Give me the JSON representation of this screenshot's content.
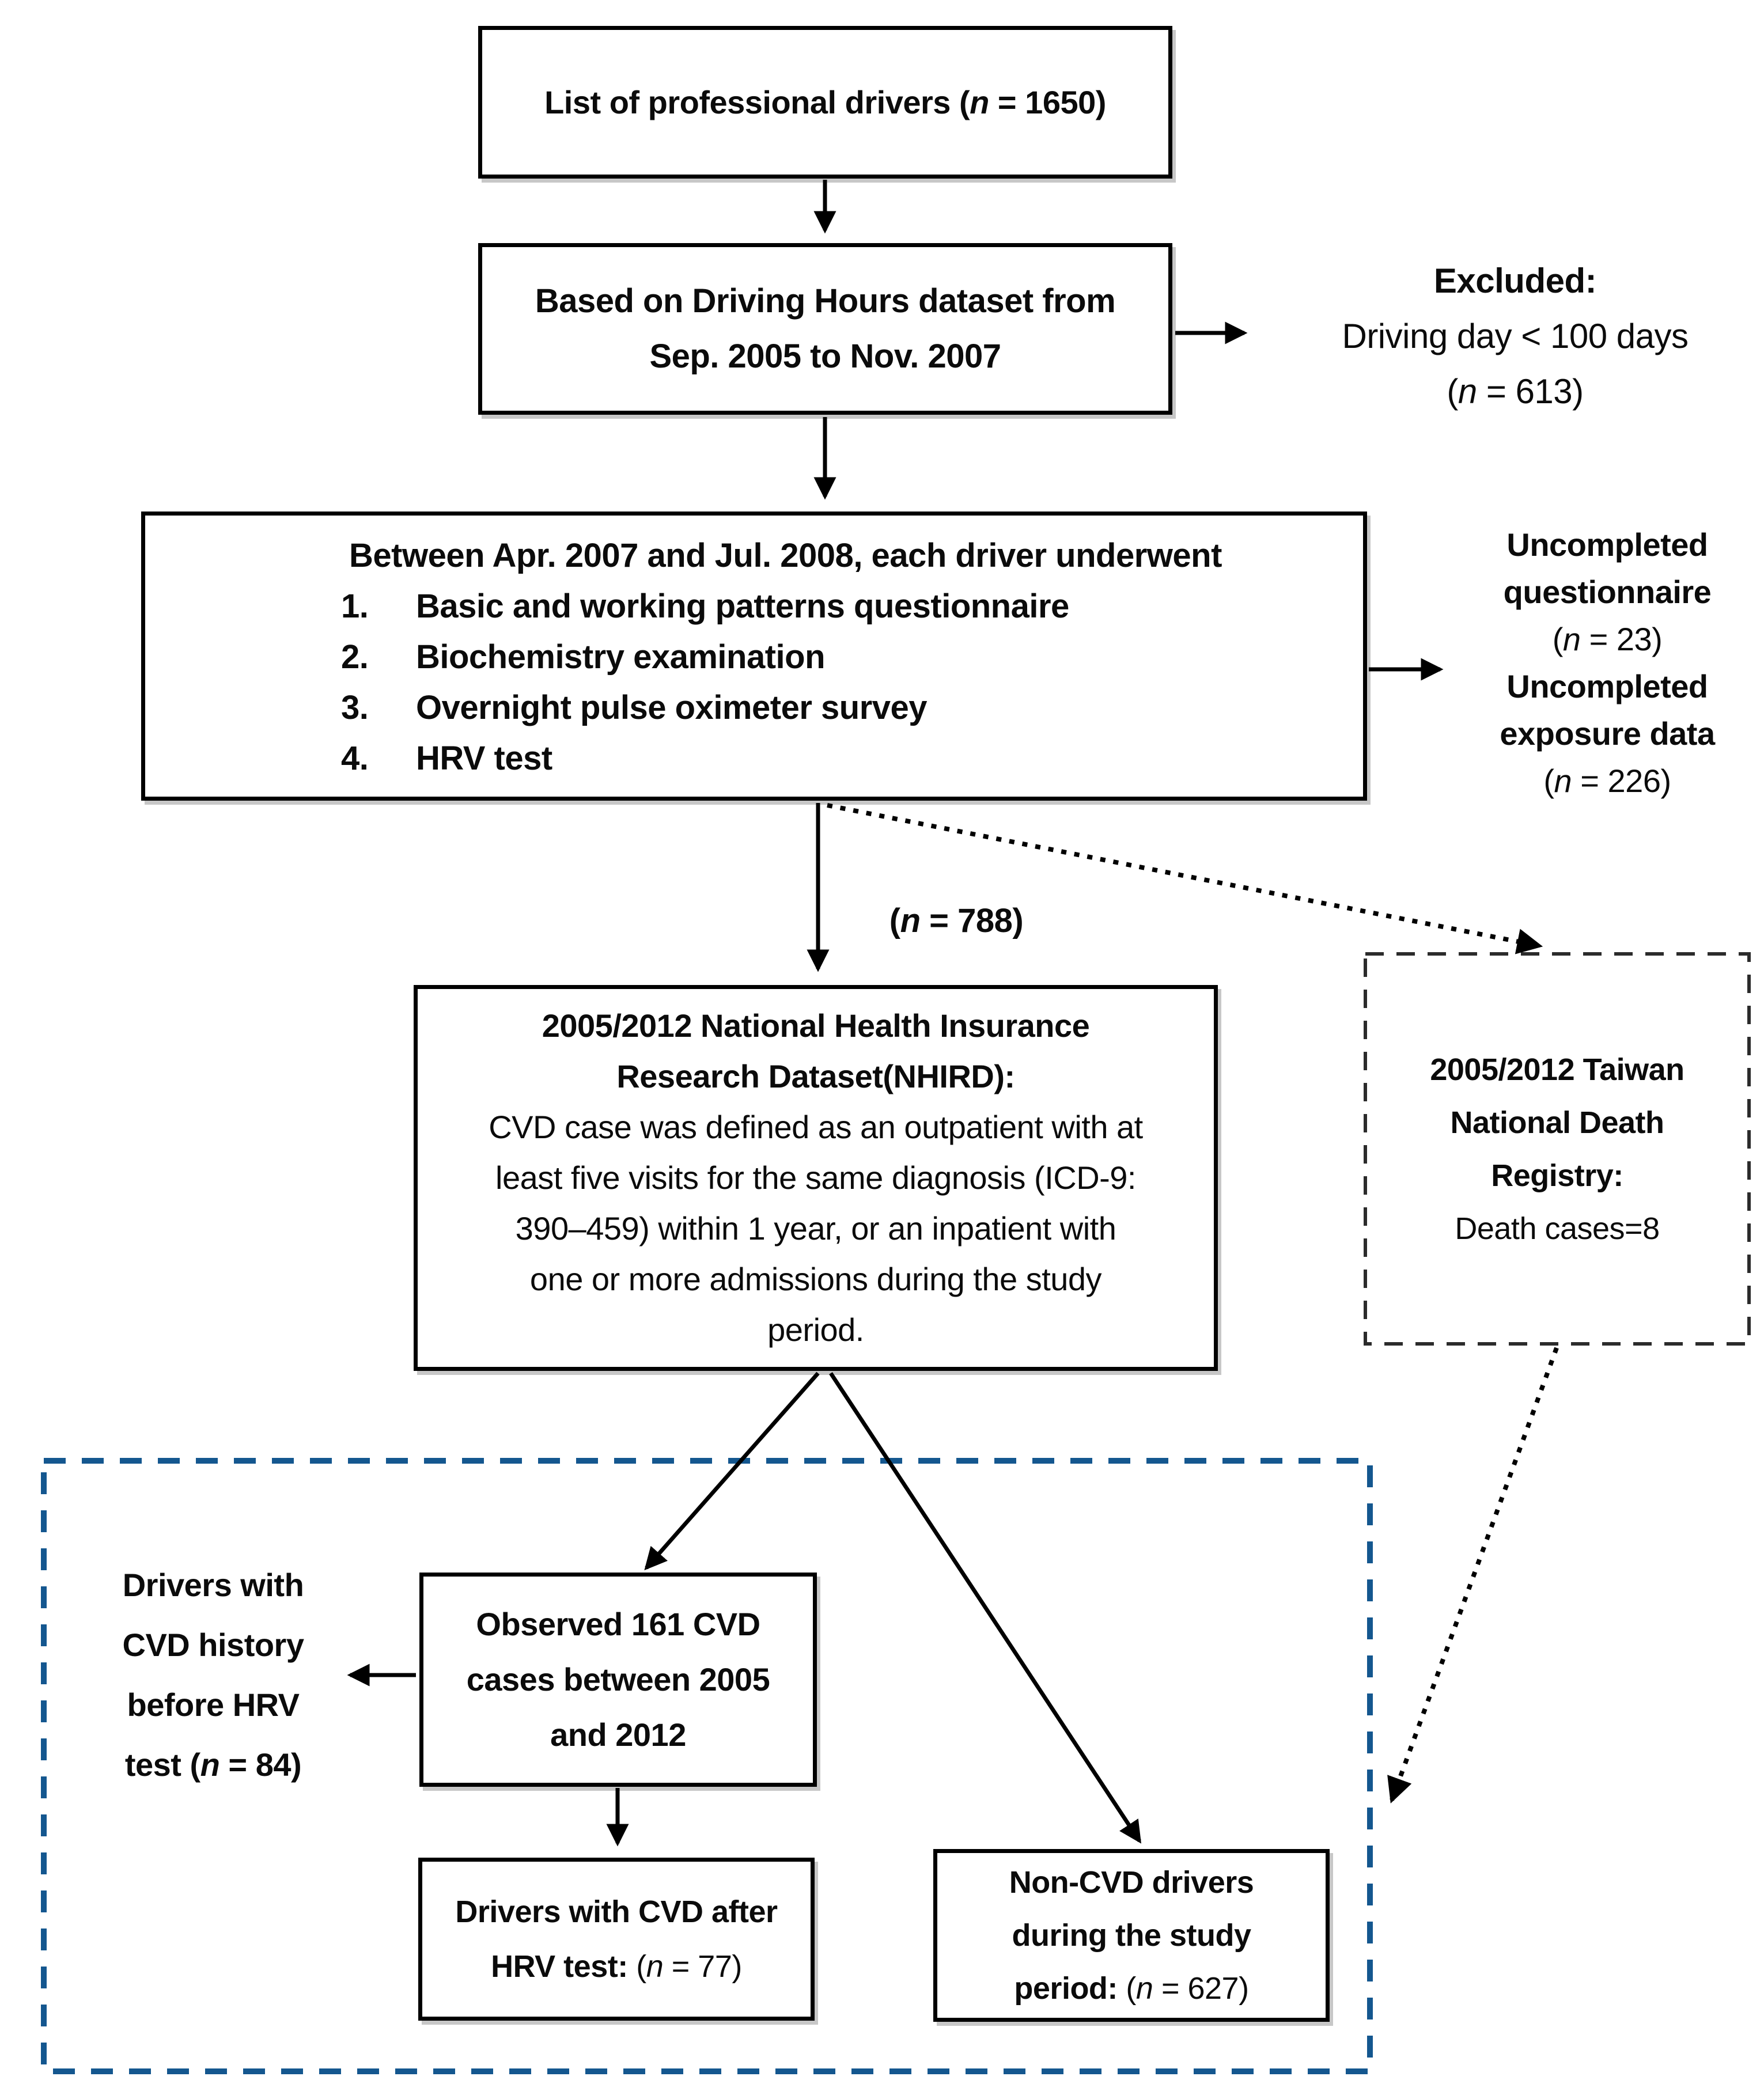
{
  "diagram": {
    "background": "#ffffff",
    "accent_blue": "#14578f",
    "box1": {
      "text": "List of professional drivers (n = 1650)"
    },
    "box2": {
      "line1": "Based on Driving Hours dataset from",
      "line2": "Sep. 2005 to Nov. 2007"
    },
    "excluded": {
      "title": "Excluded:",
      "line1": "Driving day < 100 days",
      "line2": "(n = 613)"
    },
    "box3": {
      "heading": "Between Apr. 2007 and Jul. 2008, each driver underwent",
      "items": [
        {
          "num": "1.",
          "text": "Basic and working patterns questionnaire"
        },
        {
          "num": "2.",
          "text": "Biochemistry examination"
        },
        {
          "num": "3.",
          "text": "Overnight pulse oximeter survey"
        },
        {
          "num": "4.",
          "text": "HRV test"
        }
      ]
    },
    "uncompleted": {
      "line1": "Uncompleted",
      "line2": "questionnaire",
      "line3": "(n = 23)",
      "line4": "Uncompleted",
      "line5": "exposure data",
      "line6": "(n = 226)"
    },
    "n_label": "(n = 788)",
    "nhird": {
      "title1": "2005/2012 National Health Insurance",
      "title2": "Research Dataset(NHIRD):",
      "body1": "CVD case was defined as an outpatient with at",
      "body2": "least five visits for the same diagnosis (ICD-9:",
      "body3": "390–459) within 1 year, or an inpatient with",
      "body4": "one or more admissions during the study",
      "body5": "period."
    },
    "registry": {
      "title1": "2005/2012 Taiwan",
      "title2": "National Death",
      "title3": "Registry:",
      "body": "Death cases=8"
    },
    "history": {
      "line1": "Drivers with",
      "line2": "CVD history",
      "line3": "before HRV",
      "line4": "test (n = 84)"
    },
    "observed": {
      "line1": "Observed 161 CVD",
      "line2": "cases between 2005",
      "line3": "and 2012"
    },
    "after": {
      "line1": "Drivers with CVD after",
      "line2_bold": "HRV test:",
      "line2_value": "(n = 77)"
    },
    "noncvd": {
      "line1": "Non-CVD drivers",
      "line2": "during the study",
      "line3_bold": "period:",
      "line3_value": "(n = 627)"
    }
  }
}
